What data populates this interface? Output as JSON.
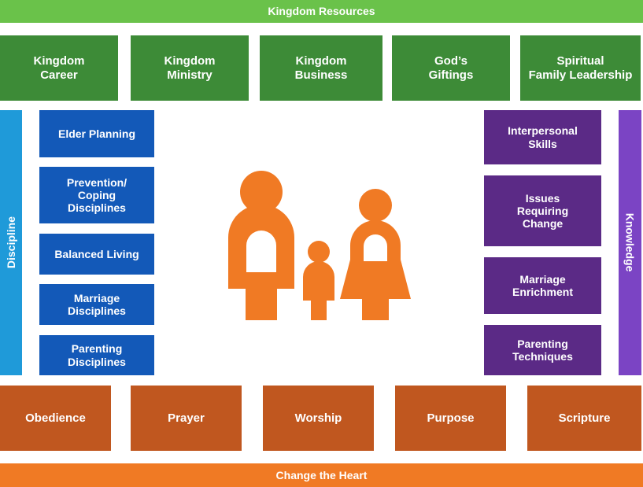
{
  "header": {
    "title": "Kingdom Resources"
  },
  "top_row": [
    {
      "label": "Kingdom\nCareer"
    },
    {
      "label": "Kingdom\nMinistry"
    },
    {
      "label": "Kingdom\nBusiness"
    },
    {
      "label": "God’s\nGiftings"
    },
    {
      "label": "Spiritual\nFamily Leadership"
    }
  ],
  "left_side": {
    "label": "Discipline",
    "items": [
      {
        "label": "Elder Planning"
      },
      {
        "label": "Prevention/\nCoping\nDisciplines"
      },
      {
        "label": "Balanced Living"
      },
      {
        "label": "Marriage\nDisciplines"
      },
      {
        "label": "Parenting\nDisciplines"
      }
    ]
  },
  "right_side": {
    "label": "Knowledge",
    "items": [
      {
        "label": "Interpersonal\nSkills"
      },
      {
        "label": "Issues\nRequiring\nChange"
      },
      {
        "label": "Marriage\nEnrichment"
      },
      {
        "label": "Parenting\nTechniques"
      }
    ]
  },
  "bottom_row": [
    {
      "label": "Obedience"
    },
    {
      "label": "Prayer"
    },
    {
      "label": "Worship"
    },
    {
      "label": "Purpose"
    },
    {
      "label": "Scripture"
    }
  ],
  "footer": {
    "title": "Change the Heart"
  },
  "center": {
    "icon": "family-icon",
    "color": "#f07a24"
  },
  "colors": {
    "header": "#6ac24a",
    "top_boxes": "#3d8b37",
    "left_boxes": "#1359b8",
    "right_boxes": "#5b2a86",
    "bottom_boxes": "#c0571f",
    "footer": "#f07a24",
    "left_bar": "#1f9ad9",
    "right_bar": "#7b44c4"
  }
}
